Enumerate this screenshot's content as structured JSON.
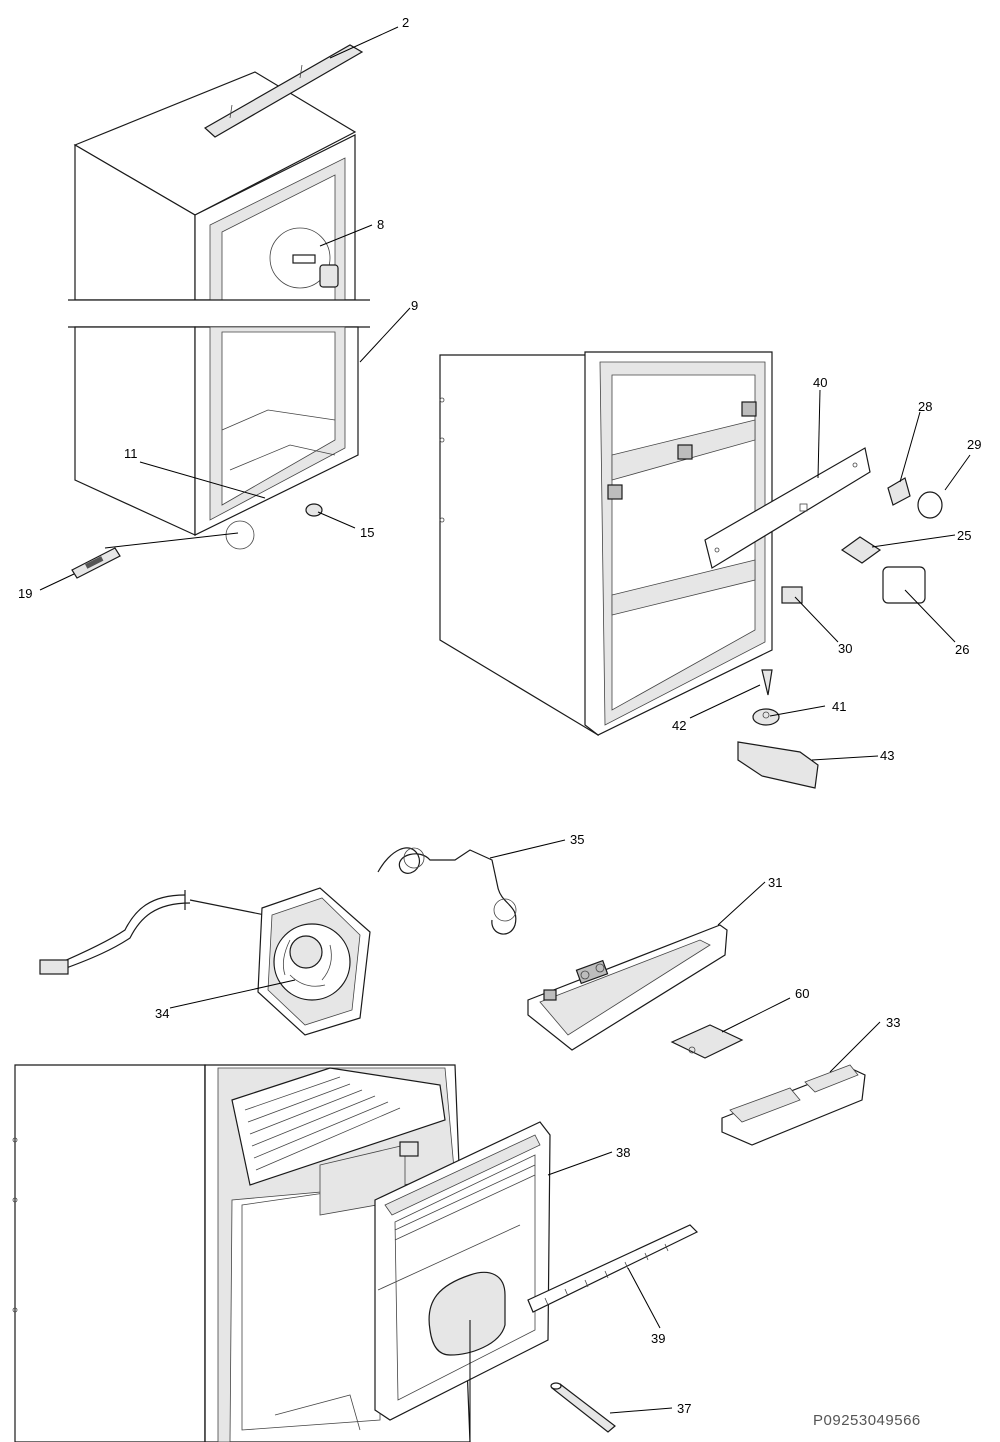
{
  "callouts": [
    {
      "id": "2",
      "text": "2"
    },
    {
      "id": "8",
      "text": "8"
    },
    {
      "id": "9",
      "text": "9"
    },
    {
      "id": "11",
      "text": "11"
    },
    {
      "id": "15",
      "text": "15"
    },
    {
      "id": "19",
      "text": "19"
    },
    {
      "id": "40",
      "text": "40"
    },
    {
      "id": "28",
      "text": "28"
    },
    {
      "id": "29",
      "text": "29"
    },
    {
      "id": "25",
      "text": "25"
    },
    {
      "id": "26",
      "text": "26"
    },
    {
      "id": "30",
      "text": "30"
    },
    {
      "id": "42",
      "text": "42"
    },
    {
      "id": "41",
      "text": "41"
    },
    {
      "id": "43",
      "text": "43"
    },
    {
      "id": "35",
      "text": "35"
    },
    {
      "id": "31",
      "text": "31"
    },
    {
      "id": "34",
      "text": "34"
    },
    {
      "id": "60",
      "text": "60"
    },
    {
      "id": "33",
      "text": "33"
    },
    {
      "id": "38",
      "text": "38"
    },
    {
      "id": "39",
      "text": "39"
    },
    {
      "id": "37",
      "text": "37"
    }
  ],
  "document_id": "P09253049566"
}
